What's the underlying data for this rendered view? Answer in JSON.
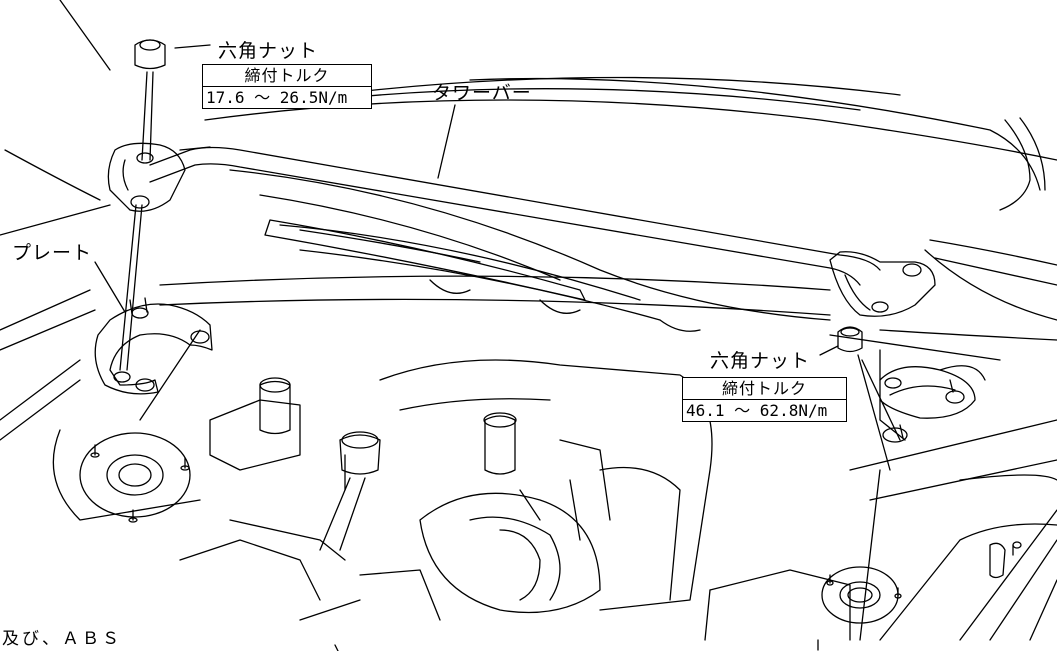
{
  "labels": {
    "nut_top": "六角ナット",
    "tower_bar": "タワーバー",
    "plate": "プレート",
    "nut_right": "六角ナット"
  },
  "torque_top": {
    "title": "締付トルク",
    "value": "17.6 ～ 26.5N/m"
  },
  "torque_right": {
    "title": "締付トルク",
    "value": "46.1 ～ 62.8N/m"
  },
  "footer_text": "及び、ＡＢＳ",
  "colors": {
    "line": "#000000",
    "background": "#ffffff"
  }
}
